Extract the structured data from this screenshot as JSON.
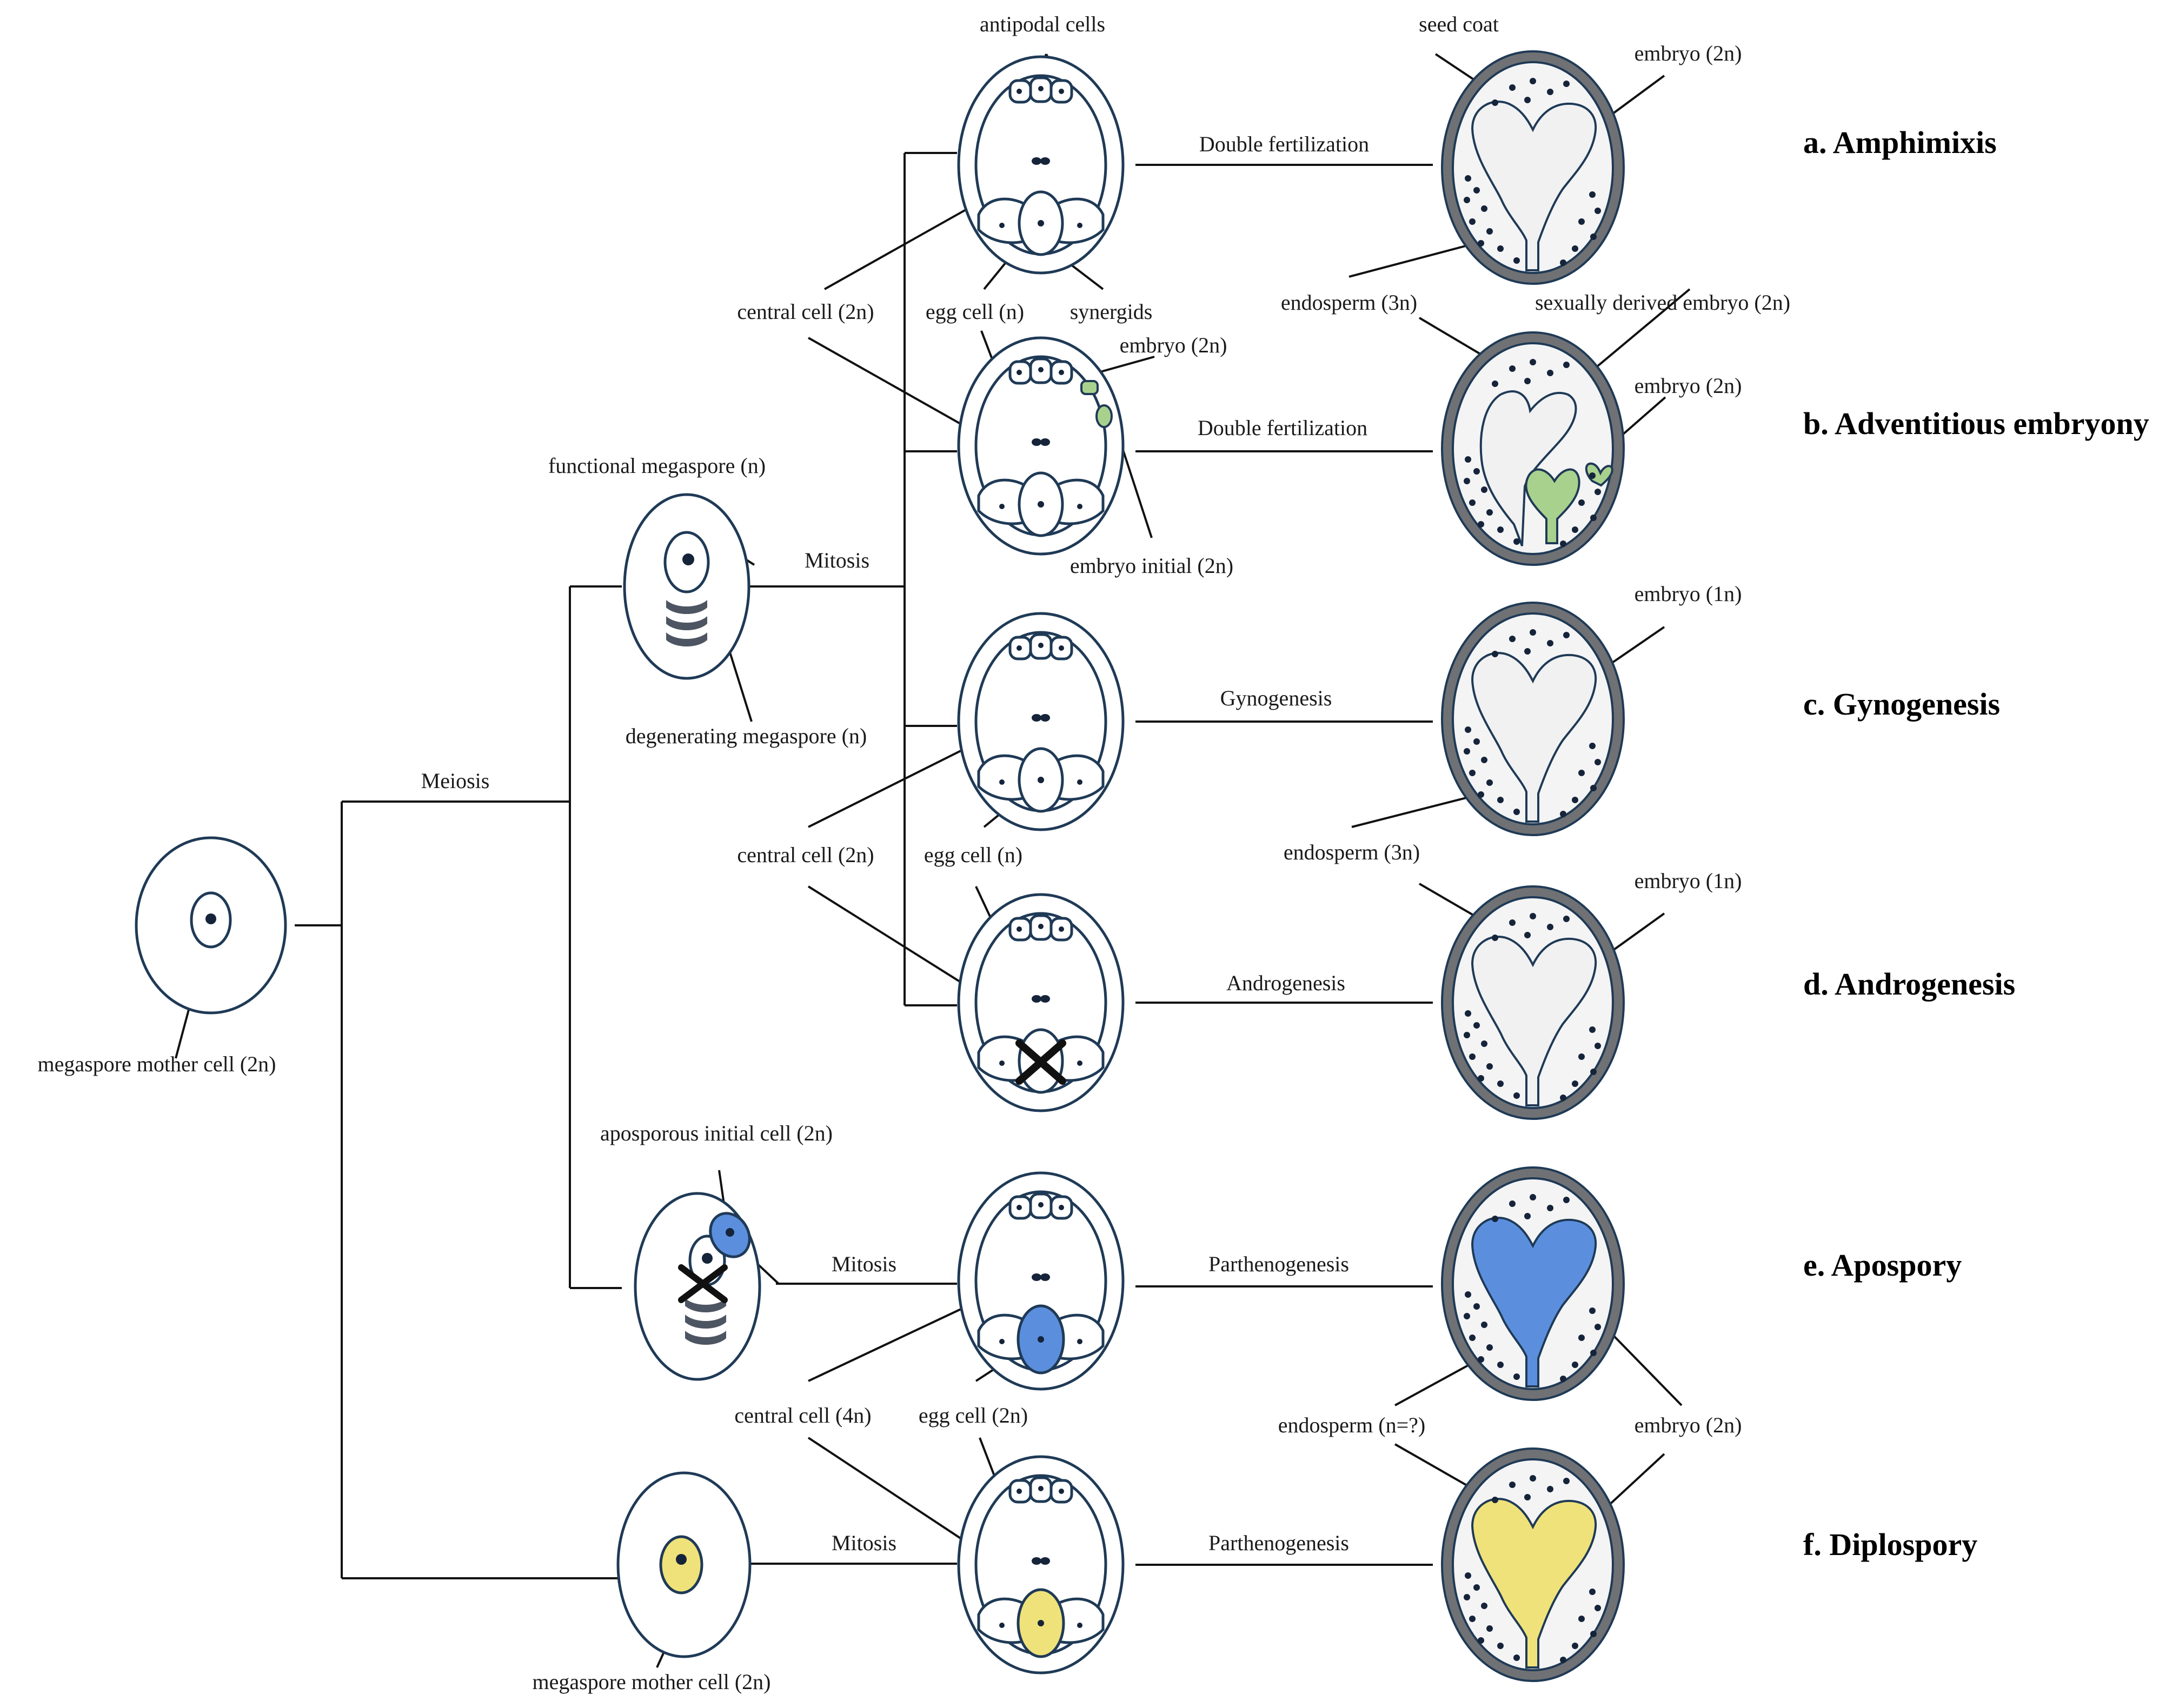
{
  "colors": {
    "outline": "#1f3a56",
    "line": "#111111",
    "seed_coat": "#6f7174",
    "endosperm_fill": "#f4f4f5",
    "embryo_grey": "#f1f1f2",
    "embryo_green": "#a9d18e",
    "embryo_blue": "#5b8fde",
    "embryo_yellow": "#efe27a",
    "degenerating": "#4d5562",
    "dot": "#16243a"
  },
  "icons": {
    "cross": "x-mark-icon"
  },
  "labels": {
    "megaspore_mother_cell_left": "megaspore mother cell (2n)",
    "meiosis": "Meiosis",
    "functional_megaspore": "functional megaspore (n)",
    "degenerating_megaspore": "degenerating megaspore (n)",
    "mitosis_1": "Mitosis",
    "antipodal_cells": "antipodal cells",
    "central_cell_a": "central cell (2n)",
    "egg_cell_a": "egg cell (n)",
    "synergids": "synergids",
    "embryo_b_initial": "embryo (2n)",
    "embryo_initial": "embryo initial (2n)",
    "double_fertilization_a": "Double fertilization",
    "double_fertilization_b": "Double fertilization",
    "seed_coat": "seed coat",
    "embryo_a": "embryo (2n)",
    "endosperm_a": "endosperm (3n)",
    "sexually_derived": "sexually derived embryo (2n)",
    "embryo_b": "embryo (2n)",
    "central_cell_c": "central cell (2n)",
    "egg_cell_c": "egg cell (n)",
    "gynogenesis_arrow": "Gynogenesis",
    "androgenesis_arrow": "Androgenesis",
    "embryo_c": "embryo (1n)",
    "endosperm_c": "endosperm (3n)",
    "embryo_d": "embryo (1n)",
    "aposporous_initial": "aposporous initial cell (2n)",
    "mitosis_e": "Mitosis",
    "parthenogenesis_e": "Parthenogenesis",
    "central_cell_e": "central cell (4n)",
    "egg_cell_e": "egg cell (2n)",
    "endosperm_e": "endosperm (n=?)",
    "embryo_e": "embryo (2n)",
    "mitosis_f": "Mitosis",
    "parthenogenesis_f": "Parthenogenesis",
    "megaspore_mother_cell_f": "megaspore mother cell (2n)"
  },
  "titles": {
    "a": "a. Amphimixis",
    "b": "b. Adventitious embryony",
    "c": "c. Gynogenesis",
    "d": "d. Androgenesis",
    "e": "e. Apospory",
    "f": "f. Diplospory"
  }
}
